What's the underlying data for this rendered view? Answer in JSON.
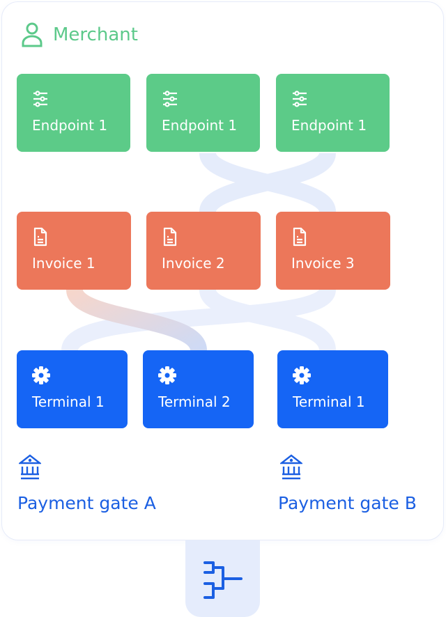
{
  "merchant": {
    "title": "Merchant",
    "icon": "user-icon"
  },
  "endpoints": [
    {
      "label": "Endpoint 1",
      "icon": "sliders-icon"
    },
    {
      "label": "Endpoint 1",
      "icon": "sliders-icon"
    },
    {
      "label": "Endpoint 1",
      "icon": "sliders-icon"
    }
  ],
  "invoices": [
    {
      "label": "Invoice 1",
      "icon": "document-icon"
    },
    {
      "label": "Invoice 2",
      "icon": "document-icon"
    },
    {
      "label": "Invoice 3",
      "icon": "document-icon"
    }
  ],
  "terminals": [
    {
      "label": "Terminal 1",
      "icon": "gear-icon"
    },
    {
      "label": "Terminal 2",
      "icon": "gear-icon"
    },
    {
      "label": "Terminal 1",
      "icon": "gear-icon"
    }
  ],
  "gates": [
    {
      "label": "Payment gate A",
      "icon": "bank-icon"
    },
    {
      "label": "Payment gate B",
      "icon": "bank-icon"
    }
  ],
  "colors": {
    "endpoint": "#5ccb88",
    "invoice": "#ec775a",
    "terminal": "#1565f5",
    "gate": "#1b5fe2",
    "merchant": "#5cc98a"
  }
}
